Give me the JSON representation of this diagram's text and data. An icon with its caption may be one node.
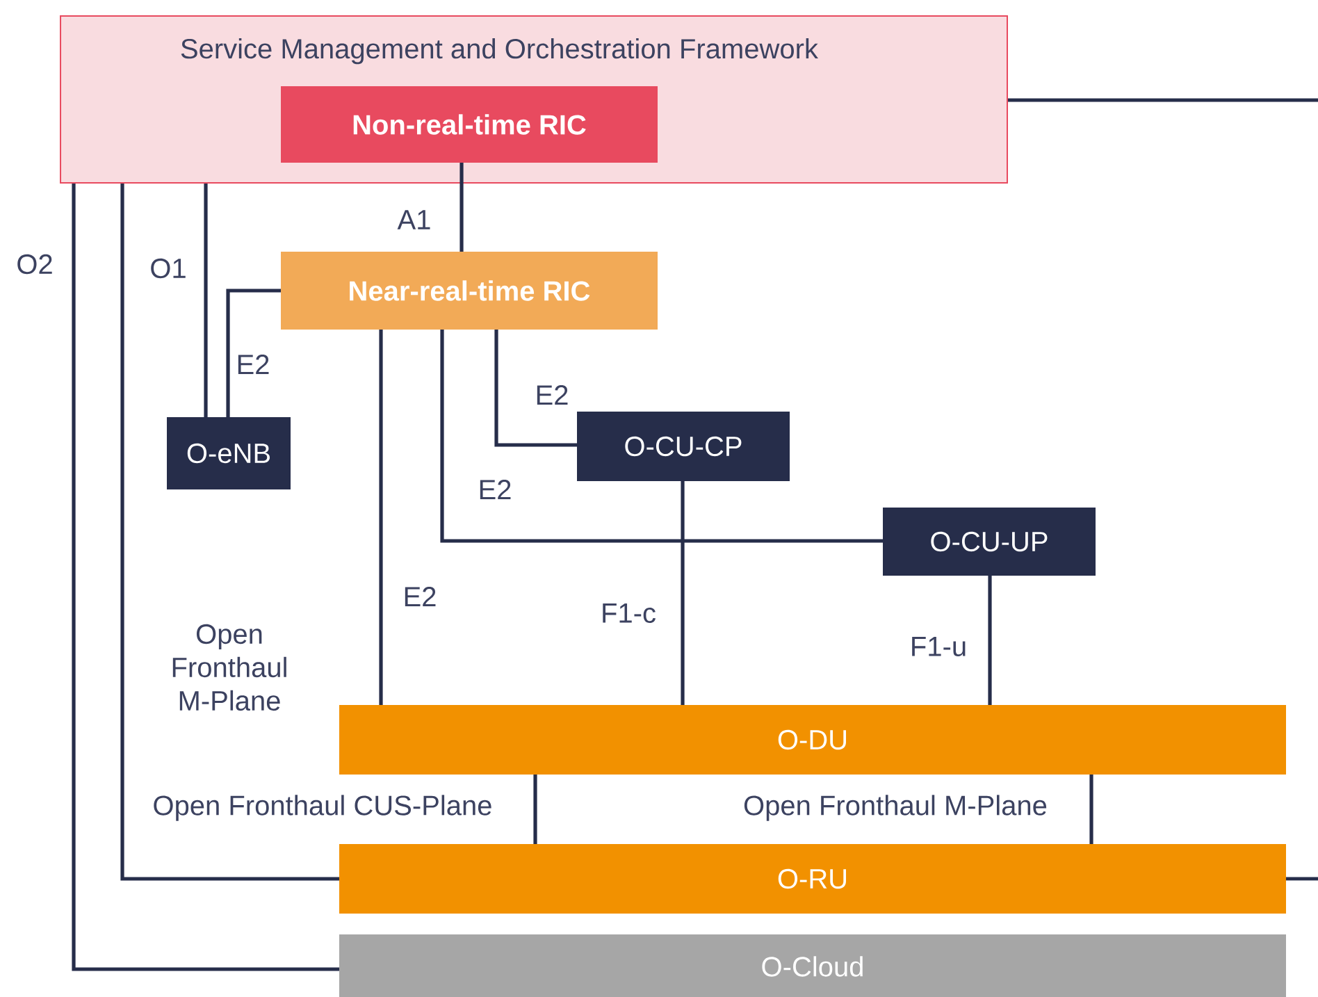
{
  "diagram": {
    "nodes": [
      {
        "text": [
          "Service Management and Orchestration Framework"
        ]
      },
      {
        "text": [
          "Non-real-time RIC"
        ],
        "in": 0
      },
      {
        "text": [
          "Near-real-time RIC"
        ]
      },
      {
        "text": [
          "O-eNB"
        ]
      },
      {
        "text": [
          "O-CU-CP"
        ]
      },
      {
        "text": [
          "O-CU-UP"
        ]
      },
      {
        "text": [
          "O-DU"
        ]
      },
      {
        "text": [
          "O-RU"
        ]
      },
      {
        "text": [
          "O-Cloud"
        ]
      }
    ],
    "edges": [
      {
        "from": 1,
        "to": 2,
        "arrow": "none",
        "label": "A1"
      },
      {
        "from": 0,
        "to": 8,
        "arrow": "none",
        "label": "O2"
      },
      {
        "from": 0,
        "to": 7,
        "arrow": "none",
        "label": "Open Fronthaul M-Plane"
      },
      {
        "from": 0,
        "to": 3,
        "arrow": "none",
        "label": "O1"
      },
      {
        "from": 2,
        "to": 3,
        "arrow": "none",
        "label": "E2"
      },
      {
        "from": 2,
        "to": 6,
        "arrow": "none",
        "label": "E2"
      },
      {
        "from": 2,
        "to": 5,
        "arrow": "none",
        "label": "E2"
      },
      {
        "from": 2,
        "to": 4,
        "arrow": "none",
        "label": "E2"
      },
      {
        "from": 4,
        "to": 6,
        "arrow": "none",
        "label": "F1-c"
      },
      {
        "from": 5,
        "to": 6,
        "arrow": "none",
        "label": "F1-u"
      },
      {
        "from": 6,
        "to": 7,
        "arrow": "none",
        "label": "Open Fronthaul CUS-Plane"
      },
      {
        "from": 6,
        "to": 7,
        "arrow": "none",
        "label": "Open Fronthaul M-Plane"
      },
      {
        "from": 0,
        "to": null,
        "arrow": "none"
      },
      {
        "from": 7,
        "to": null,
        "arrow": "none"
      }
    ]
  }
}
